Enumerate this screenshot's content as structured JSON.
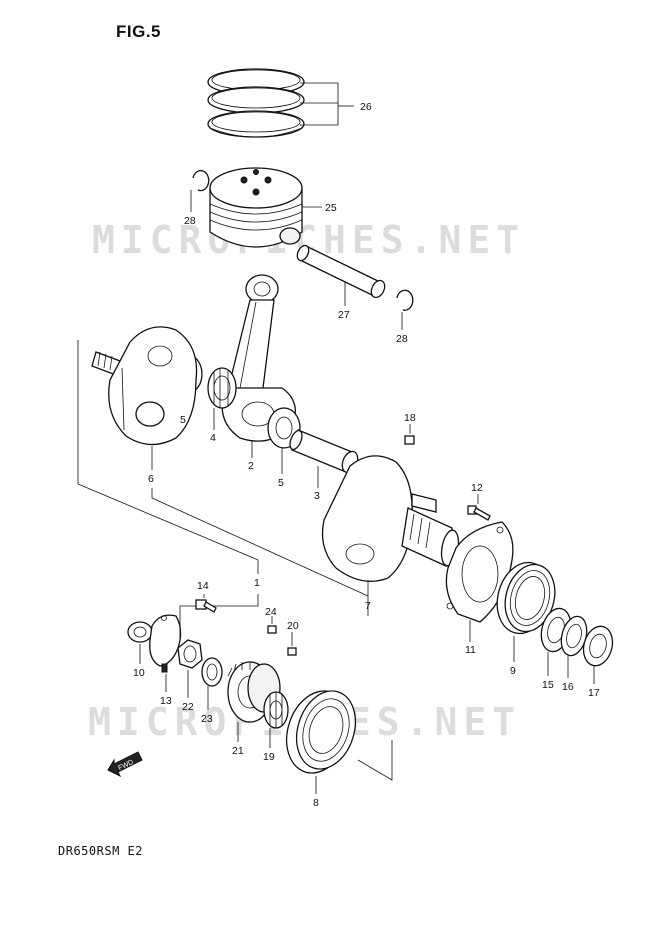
{
  "figure_title": "FIG.5",
  "model_code": "DR650RSM E2",
  "watermark": "MICROFICHES.NET",
  "fwd_label": "FWD",
  "callouts": [
    {
      "id": "c26",
      "label": "26"
    },
    {
      "id": "c25",
      "label": "25"
    },
    {
      "id": "c28a",
      "label": "28"
    },
    {
      "id": "c27",
      "label": "27"
    },
    {
      "id": "c28b",
      "label": "28"
    },
    {
      "id": "c5a",
      "label": "5"
    },
    {
      "id": "c4",
      "label": "4"
    },
    {
      "id": "c2",
      "label": "2"
    },
    {
      "id": "c5b",
      "label": "5"
    },
    {
      "id": "c3",
      "label": "3"
    },
    {
      "id": "c18",
      "label": "18"
    },
    {
      "id": "c6",
      "label": "6"
    },
    {
      "id": "c12",
      "label": "12"
    },
    {
      "id": "c1",
      "label": "1"
    },
    {
      "id": "c7",
      "label": "7"
    },
    {
      "id": "c14",
      "label": "14"
    },
    {
      "id": "c24",
      "label": "24"
    },
    {
      "id": "c20",
      "label": "20"
    },
    {
      "id": "c11",
      "label": "11"
    },
    {
      "id": "c9",
      "label": "9"
    },
    {
      "id": "c15",
      "label": "15"
    },
    {
      "id": "c16",
      "label": "16"
    },
    {
      "id": "c17",
      "label": "17"
    },
    {
      "id": "c10",
      "label": "10"
    },
    {
      "id": "c13",
      "label": "13"
    },
    {
      "id": "c22",
      "label": "22"
    },
    {
      "id": "c23",
      "label": "23"
    },
    {
      "id": "c21",
      "label": "21"
    },
    {
      "id": "c19",
      "label": "19"
    },
    {
      "id": "c8",
      "label": "8"
    }
  ]
}
